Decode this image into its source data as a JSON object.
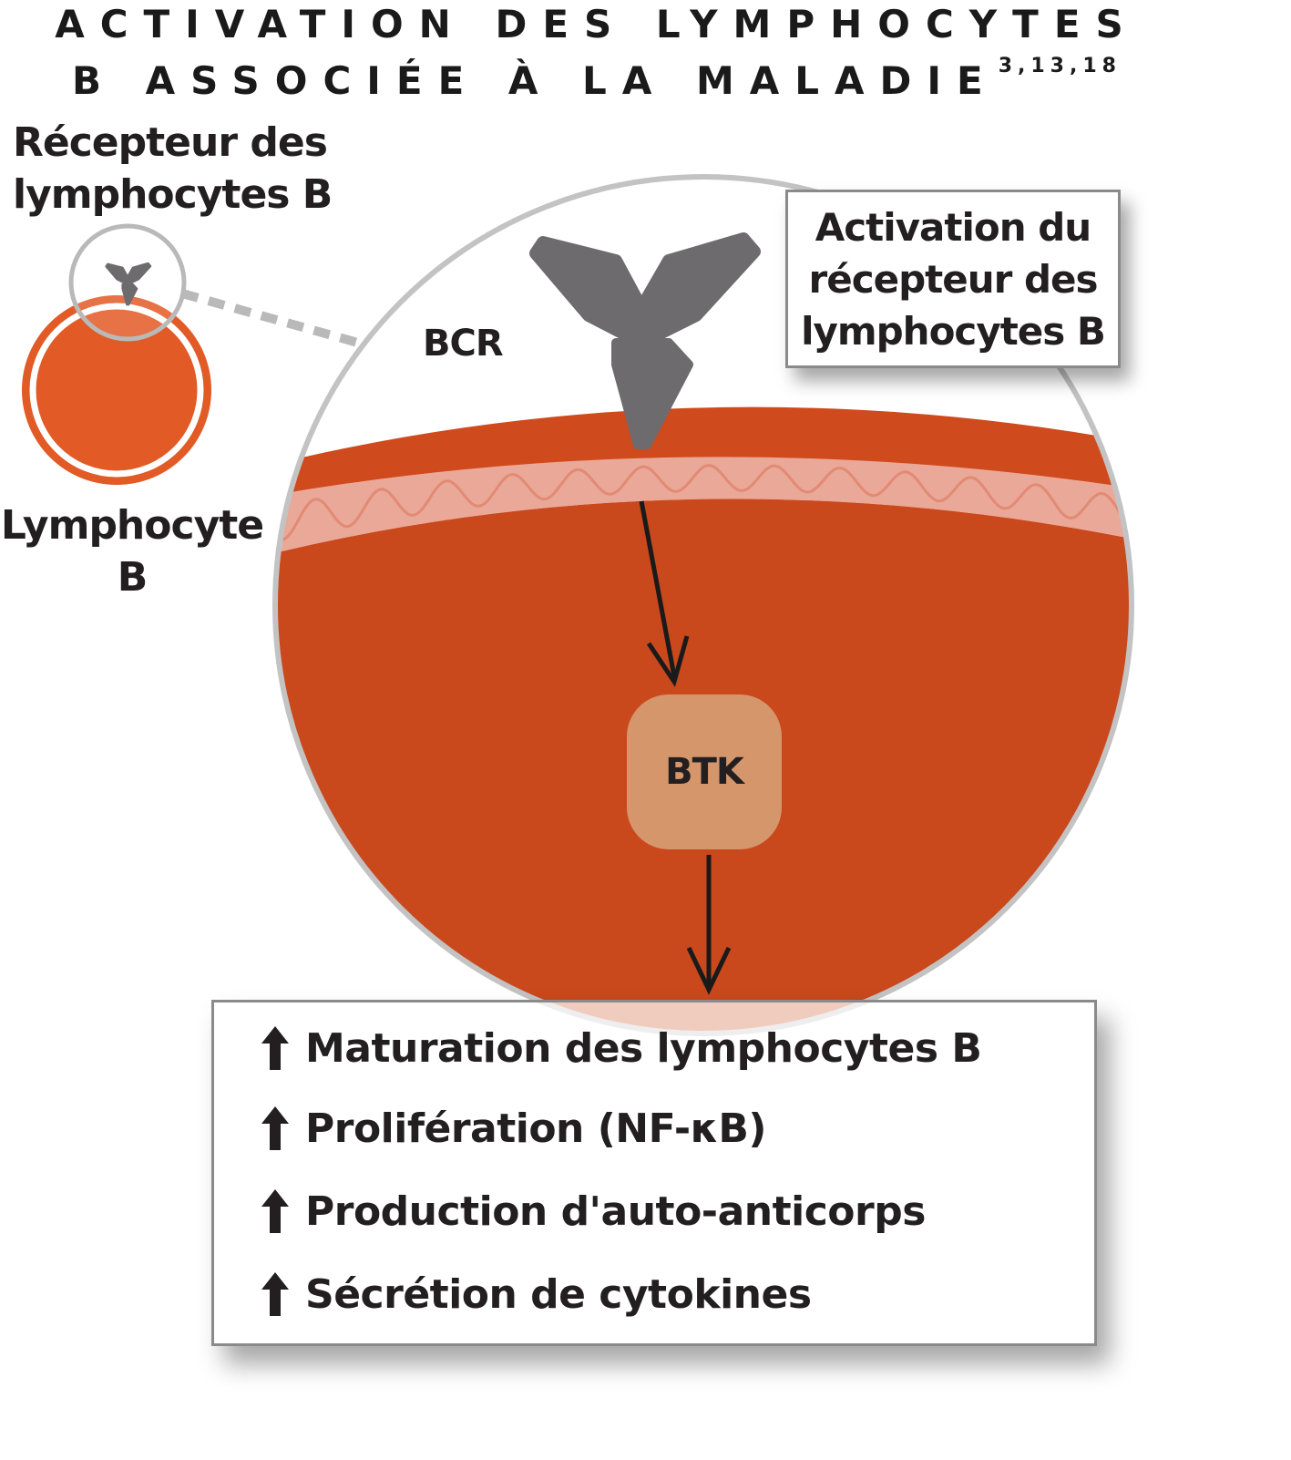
{
  "title": {
    "line1": "ACTIVATION DES LYMPHOCYTES",
    "line2": "B ASSOCIÉE À LA MALADIE",
    "references": "3,13,18"
  },
  "labels": {
    "receptor_line1": "Récepteur des",
    "receptor_line2": "lymphocytes B",
    "lymphocyte_line1": "Lymphocyte",
    "lymphocyte_line2": "B",
    "bcr": "BCR",
    "btk": "BTK"
  },
  "activation_box": {
    "line1": "Activation du",
    "line2": "récepteur des",
    "line3": "lymphocytes B"
  },
  "effects": [
    {
      "icon": "up-arrow-icon",
      "text": "Maturation des lymphocytes B"
    },
    {
      "icon": "up-arrow-icon",
      "text": "Prolifération (NF-κB)"
    },
    {
      "icon": "up-arrow-icon",
      "text": "Production d'auto-anticorps"
    },
    {
      "icon": "up-arrow-icon",
      "text": "Sécrétion de cytokines"
    }
  ],
  "colors": {
    "cell_orange": "#e25a26",
    "cell_interior": "#c9481c",
    "membrane": "#eaa898",
    "membrane_wave": "#e28a74",
    "receptor_gray": "#6d6b6e",
    "btk_fill": "#d4966a",
    "outline_gray": "#b9b9b9",
    "box_border": "#8a8a8a",
    "text": "#231f20"
  }
}
